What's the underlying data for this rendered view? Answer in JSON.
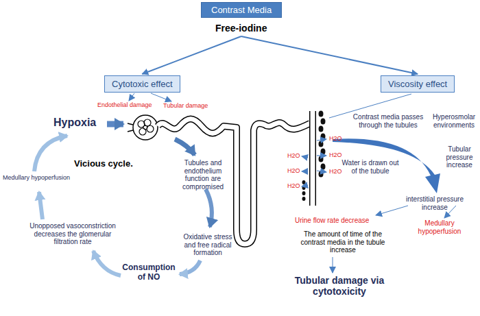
{
  "diagram": {
    "nodes": [
      {
        "text": [
          "Contrast Media"
        ]
      },
      {
        "text": [
          "Free-iodine"
        ]
      },
      {
        "text": [
          "Cytotoxic effect"
        ]
      },
      {
        "text": [
          "Viscosity effect"
        ]
      }
    ],
    "edges": [
      {
        "from": 1,
        "to": 2,
        "arrow": "to"
      },
      {
        "from": 1,
        "to": 3,
        "arrow": "to"
      }
    ],
    "labels": [
      "Endothelial damage",
      "Tubular damage",
      "Hypoxia",
      "Vicious cycle.",
      "Tubules and endothelium function are compromised",
      "Oxidative stress and free radical formation",
      "Consumption of NO",
      "Unopposed vasoconstriction decreases the glomerular filtration rate",
      "Medullary hypoperfusion",
      "H2O",
      "H2O",
      "H2O",
      "H2O",
      "H2O",
      "H2O",
      "Contrast media passes through the tubules",
      "Hyperosmolar environments",
      "Water is drawn out of the tubule",
      "Tubular pressure increase",
      "interstitial pressure increase",
      "Urine flow rate decrease",
      "Medullary hypoperfusion",
      "The amount of time of the contrast media in the tubule increase",
      "Tubular damage via cytotoxicity"
    ]
  }
}
